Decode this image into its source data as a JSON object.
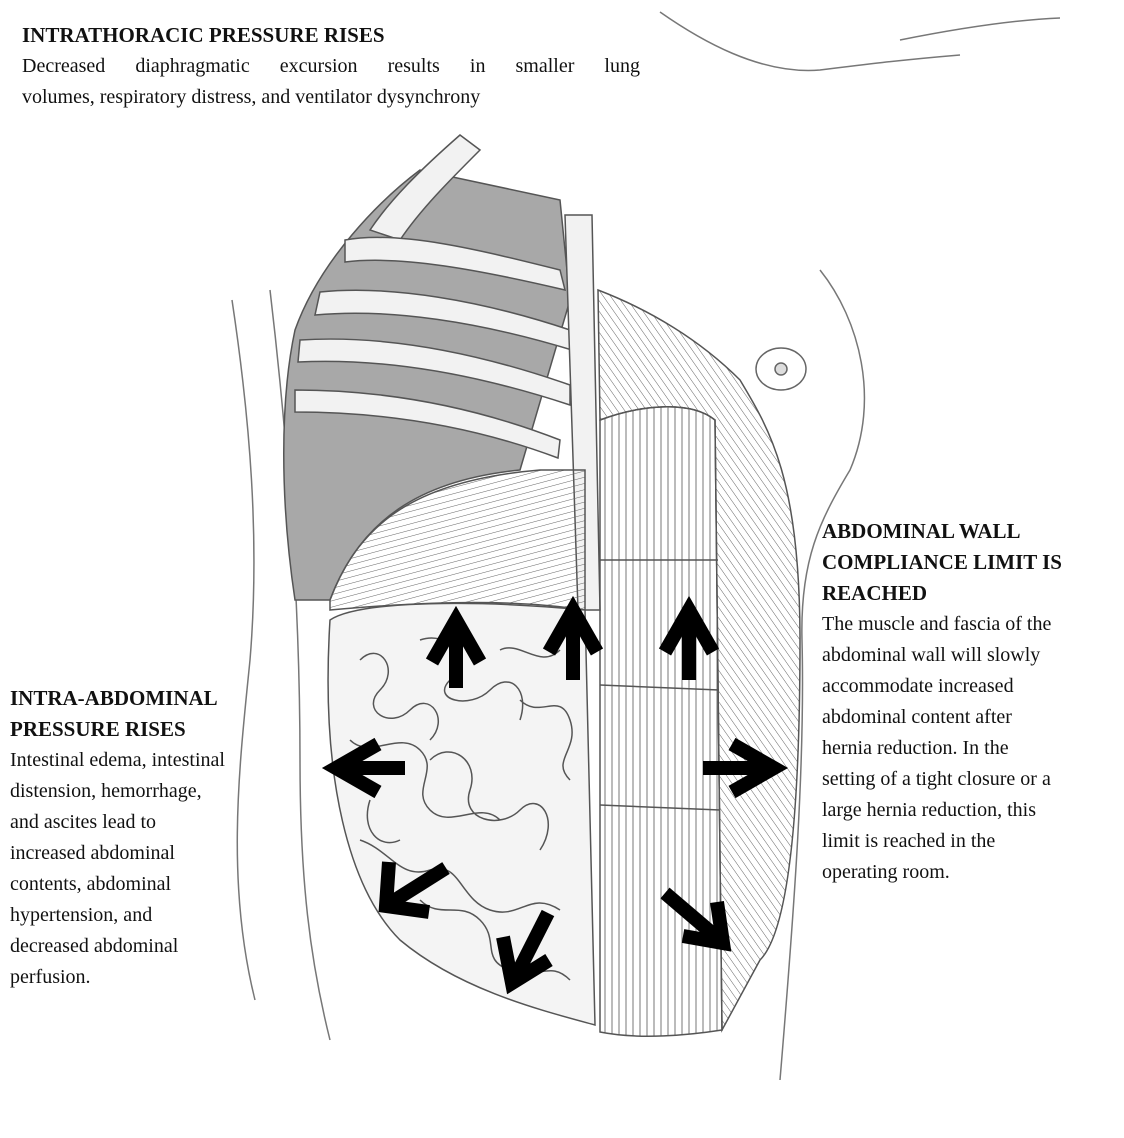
{
  "labels": {
    "intrathoracic": {
      "heading": "INTRATHORACIC PRESSURE RISES",
      "body_line1": "Decreased diaphragmatic excursion results in smaller lung",
      "body_line2": "volumes, respiratory distress, and ventilator dysynchrony"
    },
    "intra_abdominal": {
      "heading_line1": "INTRA-ABDOMINAL",
      "heading_line2": "PRESSURE RISES",
      "body_lines": [
        "Intestinal edema, intestinal",
        "distension, hemorrhage,",
        "and ascites lead to",
        "increased abdominal",
        "contents, abdominal",
        "hypertension, and",
        "decreased abdominal",
        "perfusion."
      ]
    },
    "abdominal_wall": {
      "heading_line1": "ABDOMINAL WALL",
      "heading_line2": "COMPLIANCE LIMIT IS",
      "heading_line3": "REACHED",
      "body_lines": [
        "The muscle and fascia of the",
        "abdominal wall will slowly",
        "accommodate increased",
        "abdominal content after",
        "hernia reduction. In the",
        "setting of a tight closure or a",
        "large hernia reduction, this",
        "limit is reached in the",
        "operating room."
      ]
    }
  },
  "colors": {
    "line": "#555555",
    "shade": "#9a9a9a",
    "arrow": "#000000"
  }
}
